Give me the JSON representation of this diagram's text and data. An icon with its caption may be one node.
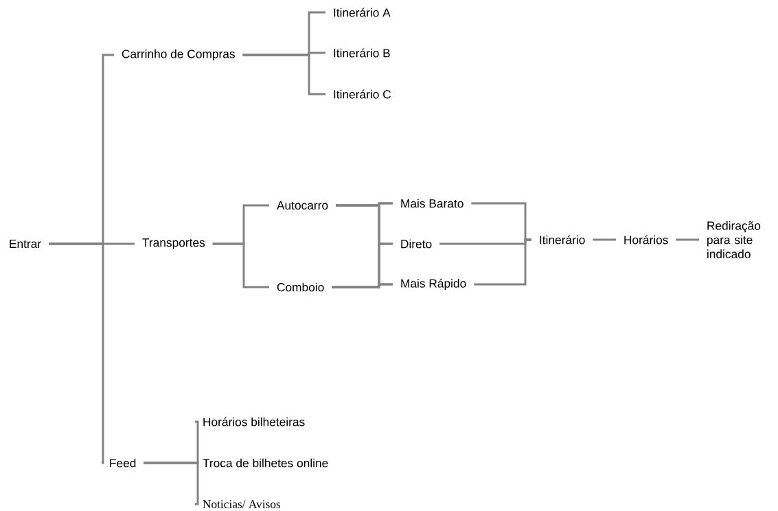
{
  "diagram": {
    "nodes": [
      {
        "text": [
          "Entrar"
        ]
      },
      {
        "text": [
          "Carrinho de Compras"
        ]
      },
      {
        "text": [
          "Itinerário A"
        ]
      },
      {
        "text": [
          "Itinerário B"
        ]
      },
      {
        "text": [
          "Itinerário C"
        ]
      },
      {
        "text": [
          "Transportes"
        ]
      },
      {
        "text": [
          "Autocarro"
        ]
      },
      {
        "text": [
          "Comboio"
        ]
      },
      {
        "text": [
          "Mais Barato"
        ]
      },
      {
        "text": [
          "Direto"
        ]
      },
      {
        "text": [
          "Mais Rápido"
        ]
      },
      {
        "text": [
          "Itinerário"
        ]
      },
      {
        "text": [
          "Horários"
        ]
      },
      {
        "text": [
          "Rediração para site indicado"
        ]
      },
      {
        "text": [
          "Feed"
        ]
      },
      {
        "text": [
          "Horários bilheteiras"
        ]
      },
      {
        "text": [
          "Troca de bilhetes online"
        ]
      },
      {
        "text": [
          "Noticias/ Avisos"
        ]
      }
    ],
    "edges": [
      {
        "from": 0,
        "to": 1,
        "arrow": "none"
      },
      {
        "from": 0,
        "to": 5,
        "arrow": "none"
      },
      {
        "from": 0,
        "to": 14,
        "arrow": "none"
      },
      {
        "from": 1,
        "to": 2,
        "arrow": "none"
      },
      {
        "from": 1,
        "to": 3,
        "arrow": "none"
      },
      {
        "from": 1,
        "to": 4,
        "arrow": "none"
      },
      {
        "from": 5,
        "to": 6,
        "arrow": "none"
      },
      {
        "from": 5,
        "to": 7,
        "arrow": "none"
      },
      {
        "from": 6,
        "to": 8,
        "arrow": "none"
      },
      {
        "from": 6,
        "to": 9,
        "arrow": "none"
      },
      {
        "from": 6,
        "to": 10,
        "arrow": "none"
      },
      {
        "from": 7,
        "to": 8,
        "arrow": "none"
      },
      {
        "from": 7,
        "to": 9,
        "arrow": "none"
      },
      {
        "from": 7,
        "to": 10,
        "arrow": "none"
      },
      {
        "from": 8,
        "to": 11,
        "arrow": "none"
      },
      {
        "from": 9,
        "to": 11,
        "arrow": "none"
      },
      {
        "from": 10,
        "to": 11,
        "arrow": "none"
      },
      {
        "from": 11,
        "to": 12,
        "arrow": "none"
      },
      {
        "from": 12,
        "to": 13,
        "arrow": "none"
      },
      {
        "from": 14,
        "to": 15,
        "arrow": "none"
      },
      {
        "from": 14,
        "to": 16,
        "arrow": "none"
      },
      {
        "from": 14,
        "to": 17,
        "arrow": "none"
      }
    ]
  }
}
